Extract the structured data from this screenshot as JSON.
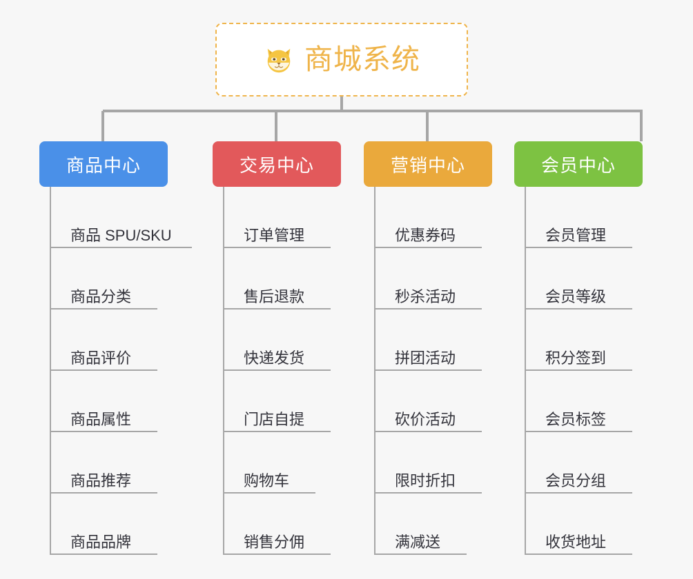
{
  "page": {
    "background_color": "#f7f7f7",
    "line_color": "#a6a6a6"
  },
  "root": {
    "title": "商城系统",
    "icon": "shiba-dog-face-emoji",
    "border_color": "#efb44a",
    "text_color": "#efb44a",
    "background_color": "#ffffff"
  },
  "branches": [
    {
      "id": "product-center",
      "label": "商品中心",
      "color": "#4a90e8",
      "items": [
        {
          "label": "商品 SPU/SKU"
        },
        {
          "label": "商品分类"
        },
        {
          "label": "商品评价"
        },
        {
          "label": "商品属性"
        },
        {
          "label": "商品推荐"
        },
        {
          "label": "商品品牌"
        }
      ]
    },
    {
      "id": "trade-center",
      "label": "交易中心",
      "color": "#e2595b",
      "items": [
        {
          "label": "订单管理"
        },
        {
          "label": "售后退款"
        },
        {
          "label": "快递发货"
        },
        {
          "label": "门店自提"
        },
        {
          "label": "购物车"
        },
        {
          "label": "销售分佣"
        }
      ]
    },
    {
      "id": "marketing-center",
      "label": "营销中心",
      "color": "#eaa93c",
      "items": [
        {
          "label": "优惠券码"
        },
        {
          "label": "秒杀活动"
        },
        {
          "label": "拼团活动"
        },
        {
          "label": "砍价活动"
        },
        {
          "label": "限时折扣"
        },
        {
          "label": "满减送"
        }
      ]
    },
    {
      "id": "member-center",
      "label": "会员中心",
      "color": "#7dc242",
      "items": [
        {
          "label": "会员管理"
        },
        {
          "label": "会员等级"
        },
        {
          "label": "积分签到"
        },
        {
          "label": "会员标签"
        },
        {
          "label": "会员分组"
        },
        {
          "label": "收货地址"
        }
      ]
    }
  ]
}
